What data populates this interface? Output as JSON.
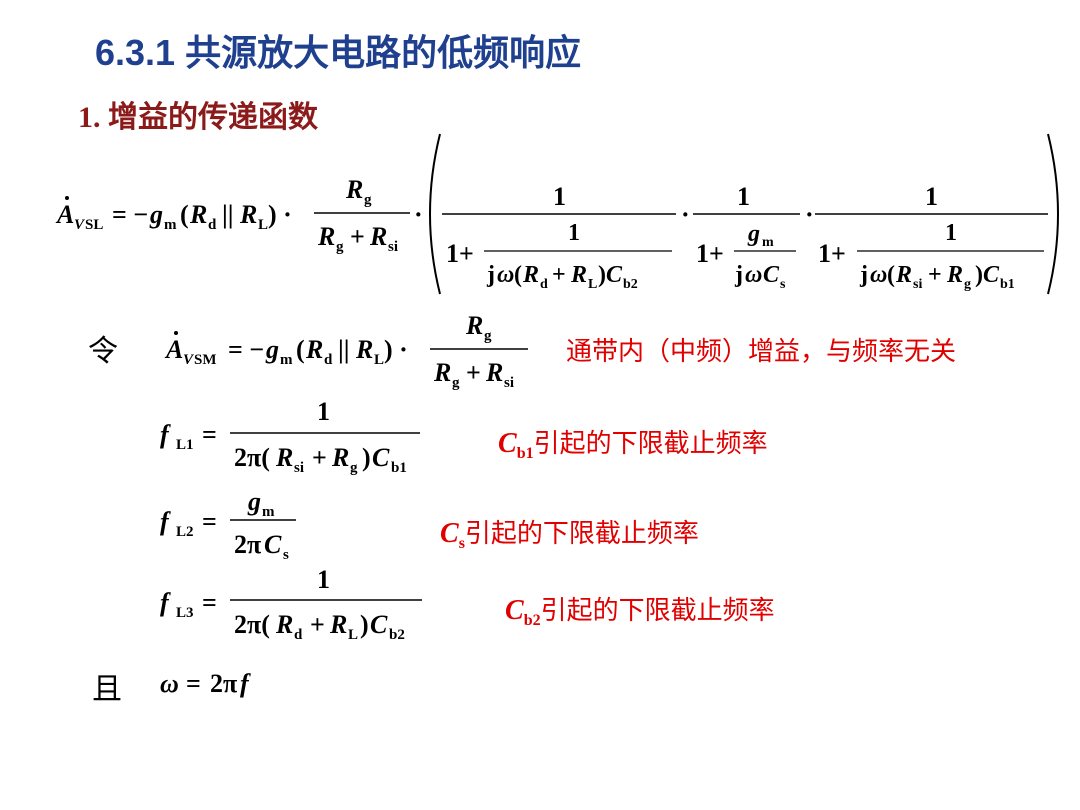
{
  "title": "6.3.1  共源放大电路的低频响应",
  "subtitle": "1. 增益的传递函数",
  "markers": {
    "let": "令",
    "and": "且"
  },
  "notes": {
    "midband": "通带内（中频）增益，与频率无关",
    "fl1_sym": "C",
    "fl1_sub": "b1",
    "fl1_text": "引起的下限截止频率",
    "fl2_sym": "C",
    "fl2_sub": "s",
    "fl2_text": "引起的下限截止频率",
    "fl3_sym": "C",
    "fl3_sub": "b2",
    "fl3_text": "引起的下限截止频率"
  },
  "colors": {
    "title": "#1f3f8f",
    "subtitle": "#8b1a1a",
    "note": "#e00000"
  }
}
